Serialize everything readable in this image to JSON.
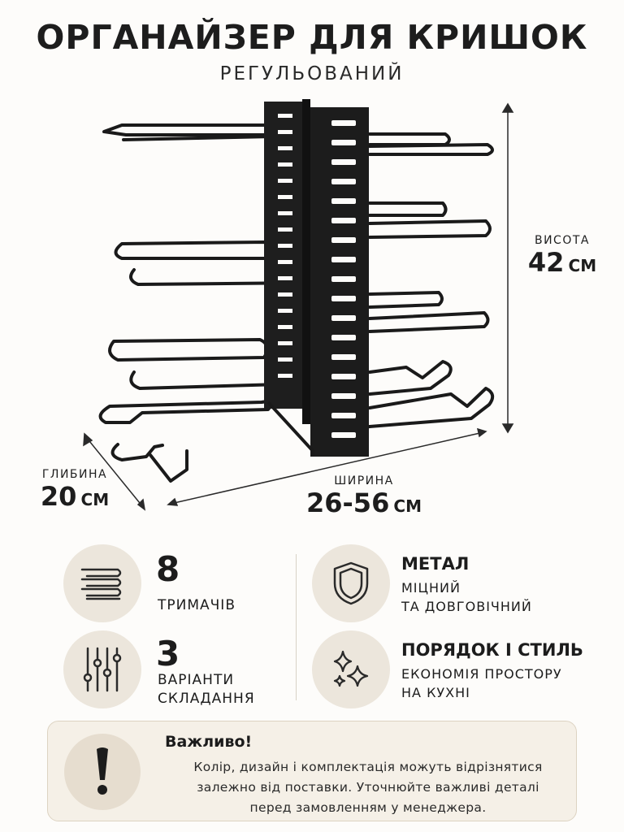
{
  "header": {
    "title": "ОРГАНАЙЗЕР ДЛЯ КРИШОК",
    "subtitle": "РЕГУЛЬОВАНИЙ"
  },
  "dimensions": {
    "height": {
      "label": "ВИСОТА",
      "value": "42",
      "unit": "СМ"
    },
    "depth": {
      "label": "ГЛИБИНА",
      "value": "20",
      "unit": "СМ"
    },
    "width": {
      "label": "ШИРИНА",
      "value": "26-56",
      "unit": "СМ"
    }
  },
  "features": {
    "holders": {
      "icon": "rack-holders-icon",
      "number": "8",
      "text": "ТРИМАЧІВ"
    },
    "variants": {
      "icon": "sliders-icon",
      "number": "3",
      "line1": "ВАРІАНТИ",
      "line2": "СКЛАДАННЯ"
    },
    "metal": {
      "icon": "shield-icon",
      "title": "МЕТАЛ",
      "line1": "МІЦНИЙ",
      "line2": "ТА ДОВГОВІЧНИЙ"
    },
    "order": {
      "icon": "sparkles-icon",
      "title": "ПОРЯДОК І СТИЛЬ",
      "line1": "ЕКОНОМІЯ ПРОСТОРУ",
      "line2": "НА КУХНІ"
    }
  },
  "note": {
    "icon": "exclamation-icon",
    "title": "Важливо!",
    "line1": "Колір, дизайн і комплектація можуть відрізнятися",
    "line2": "залежно від поставки. Уточнюйте важливі деталі",
    "line3": "перед замовленням у менеджера."
  },
  "colors": {
    "background": "#fdfcfa",
    "accent_circle": "#ece6dc",
    "note_background": "#f5f0e7",
    "text": "#1c1c1c"
  }
}
